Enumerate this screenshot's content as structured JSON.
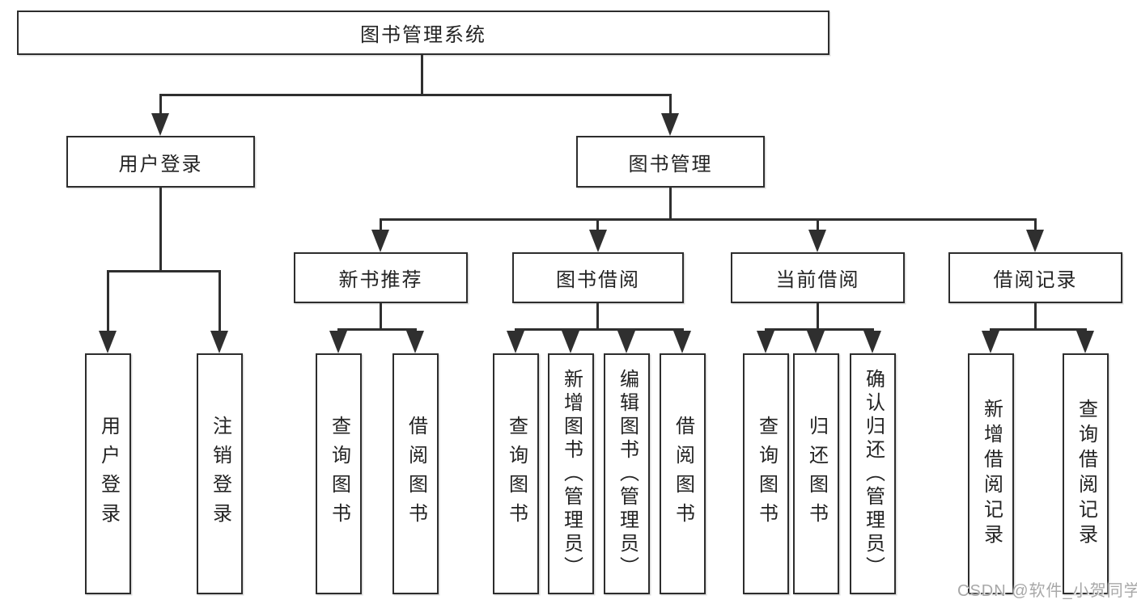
{
  "colors": {
    "line": "#2f2f2f",
    "box_border": "#2d2d2d",
    "text": "#232323",
    "watermark": "#a8a8a8",
    "background": "#ffffff"
  },
  "watermark": {
    "text": "CSDN @软件_小贺同学"
  },
  "tree": {
    "root": {
      "label": "图书管理系统"
    },
    "branches": [
      {
        "label": "用户登录",
        "children": [
          {
            "label": "用户登录"
          },
          {
            "label": "注销登录"
          }
        ]
      },
      {
        "label": "图书管理",
        "children": [
          {
            "label": "新书推荐",
            "children": [
              {
                "label": "查询图书"
              },
              {
                "label": "借阅图书"
              }
            ]
          },
          {
            "label": "图书借阅",
            "children": [
              {
                "label": "查询图书"
              },
              {
                "label": "新增图书（管理员）"
              },
              {
                "label": "编辑图书（管理员）"
              },
              {
                "label": "借阅图书"
              }
            ]
          },
          {
            "label": "当前借阅",
            "children": [
              {
                "label": "查询图书"
              },
              {
                "label": "归还图书"
              },
              {
                "label": "确认归还（管理员）"
              }
            ]
          },
          {
            "label": "借阅记录",
            "children": [
              {
                "label": "新增借阅记录"
              },
              {
                "label": "查询借阅记录"
              }
            ]
          }
        ]
      }
    ]
  }
}
